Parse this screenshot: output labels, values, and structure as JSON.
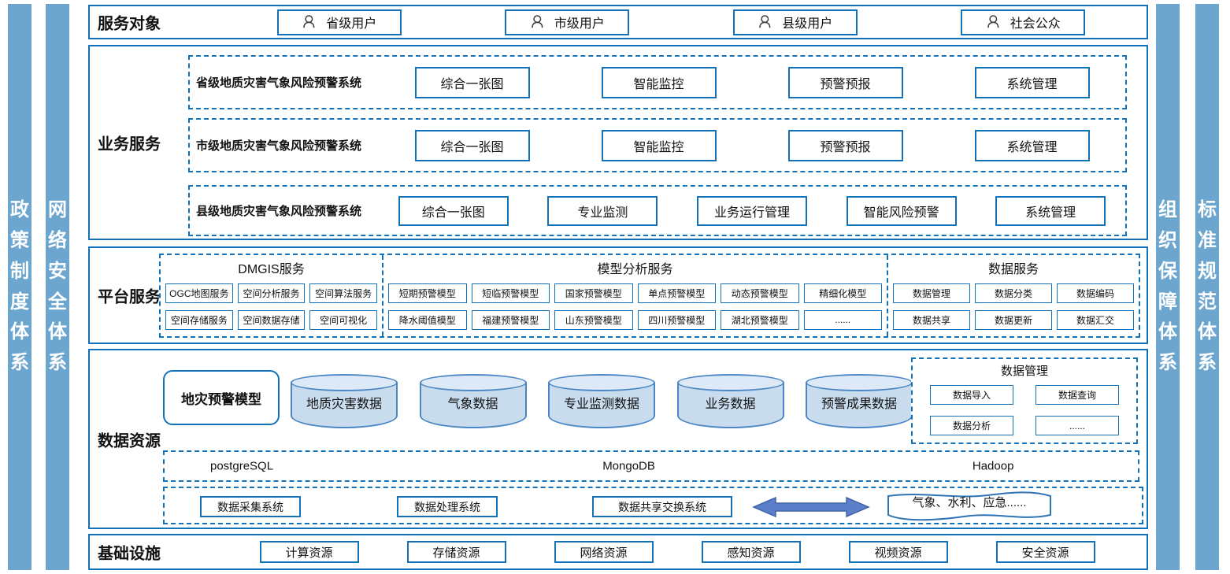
{
  "pillars": {
    "left": [
      {
        "label": "政策制度体系"
      },
      {
        "label": "网络安全体系"
      }
    ],
    "right": [
      {
        "label": "组织保障体系"
      },
      {
        "label": "标准规范体系"
      }
    ]
  },
  "service_targets": {
    "label": "服务对象",
    "items": [
      "省级用户",
      "市级用户",
      "县级用户",
      "社会公众"
    ]
  },
  "business": {
    "label": "业务服务",
    "rows": [
      {
        "system": "省级地质灾害气象风险预警系统",
        "modules": [
          "综合一张图",
          "智能监控",
          "预警预报",
          "系统管理"
        ]
      },
      {
        "system": "市级地质灾害气象风险预警系统",
        "modules": [
          "综合一张图",
          "智能监控",
          "预警预报",
          "系统管理"
        ]
      },
      {
        "system": "县级地质灾害气象风险预警系统",
        "modules": [
          "综合一张图",
          "专业监测",
          "业务运行管理",
          "智能风险预警",
          "系统管理"
        ]
      }
    ]
  },
  "platform": {
    "label": "平台服务",
    "groups": [
      {
        "title": "DMGIS服务",
        "rows": [
          [
            "OGC地图服务",
            "空间分析服务",
            "空间算法服务"
          ],
          [
            "空间存储服务",
            "空间数据存储",
            "空间可视化"
          ]
        ]
      },
      {
        "title": "模型分析服务",
        "rows": [
          [
            "短期预警模型",
            "短临预警模型",
            "国家预警模型",
            "单点预警模型",
            "动态预警模型",
            "精细化模型"
          ],
          [
            "降水阈值模型",
            "福建预警模型",
            "山东预警模型",
            "四川预警模型",
            "湖北预警模型",
            "......"
          ]
        ]
      },
      {
        "title": "数据服务",
        "rows": [
          [
            "数据管理",
            "数据分类",
            "数据编码"
          ],
          [
            "数据共享",
            "数据更新",
            "数据汇交"
          ]
        ]
      }
    ]
  },
  "data_resources": {
    "label": "数据资源",
    "model_box": "地灾预警模型",
    "cylinders": [
      "地质灾害数据",
      "气象数据",
      "专业监测数据",
      "业务数据",
      "预警成果数据"
    ],
    "data_mgmt": {
      "title": "数据管理",
      "items": [
        "数据导入",
        "数据查询",
        "数据分析",
        "......"
      ]
    },
    "databases": [
      "postgreSQL",
      "MongoDB",
      "Hadoop"
    ],
    "systems": [
      "数据采集系统",
      "数据处理系统",
      "数据共享交换系统"
    ],
    "external": "气象、水利、应急......"
  },
  "infrastructure": {
    "label": "基础设施",
    "items": [
      "计算资源",
      "存储资源",
      "网络资源",
      "感知资源",
      "视频资源",
      "安全资源"
    ]
  },
  "colors": {
    "border_blue": "#1172ba",
    "pillar_blue": "#6ca5ce",
    "cylinder_fill": "#c9dcee",
    "cylinder_top": "#dde9f6",
    "cylinder_border": "#4a86c5",
    "arrow_fill": "#5b7fc9",
    "arrow_border": "#3f66a8"
  }
}
